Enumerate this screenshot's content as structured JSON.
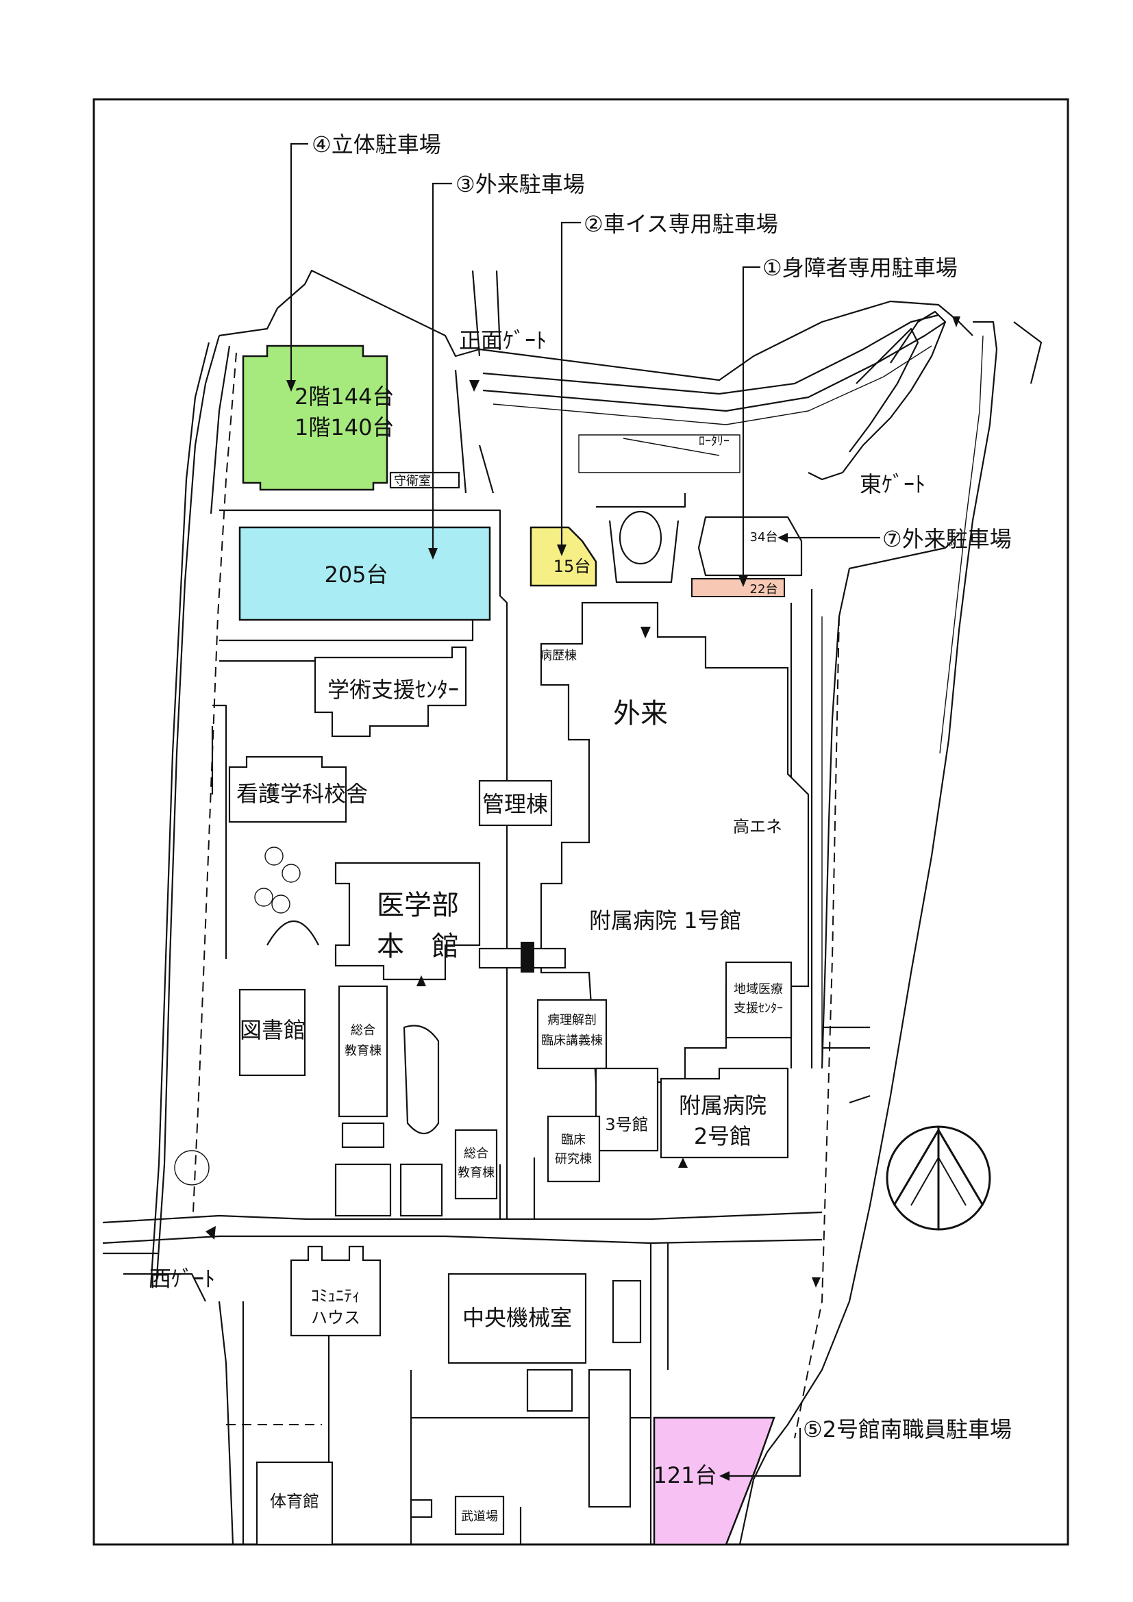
{
  "colors": {
    "lot4": "#a6ea7d",
    "lot3": "#a9ecf4",
    "lot2": "#f6ef86",
    "lot1": "#f7c9b5",
    "lot5": "#f7c2f3",
    "line": "#111111"
  },
  "callouts": {
    "lot4": "④立体駐車場",
    "lot3": "③外来駐車場",
    "lot2": "②車イス専用駐車場",
    "lot1": "①身障者専用駐車場",
    "lot7": "⑦外来駐車場",
    "lot5": "⑤2号館南職員駐車場"
  },
  "capacities": {
    "lot4_floor2": "2階144台",
    "lot4_floor1": "1階140台",
    "lot3": "205台",
    "lot2": "15台",
    "lot7": "34台",
    "lot1": "22台",
    "lot5": "121台"
  },
  "gates": {
    "front": "正面ｹﾞｰﾄ",
    "east": "東ｹﾞｰﾄ",
    "west": "西ｹﾞｰﾄ"
  },
  "buildings": {
    "gakujutsu": "学術支援ｾﾝﾀｰ",
    "gairai": "外来",
    "byoreki": "病歴棟",
    "kango": "看護学科校舎",
    "kanri": "管理棟",
    "kouene": "高エネ",
    "igakubu1": "医学部",
    "igakubu2": "本　館",
    "fuzoku1": "附属病院 1号館",
    "toshokan": "図書館",
    "sogo1a": "総合",
    "sogo1b": "教育棟",
    "byori1": "病理解剖",
    "byori2": "臨床講義棟",
    "chiiki1": "地域医療",
    "chiiki2": "支援ｾﾝﾀｰ",
    "fuzoku2a": "附属病院",
    "fuzoku2b": "2号館",
    "kan3": "3号館",
    "rinsho1": "臨床",
    "rinsho2": "研究棟",
    "sogo2a": "総合",
    "sogo2b": "教育棟",
    "community1": "ｺﾐｭﾆﾃｨ",
    "community2": "ハウス",
    "chuo": "中央機械室",
    "taiiku": "体育館",
    "budo": "武道場",
    "shuei": "守衛室",
    "roundabout": "ﾛｰﾀﾘｰ"
  }
}
